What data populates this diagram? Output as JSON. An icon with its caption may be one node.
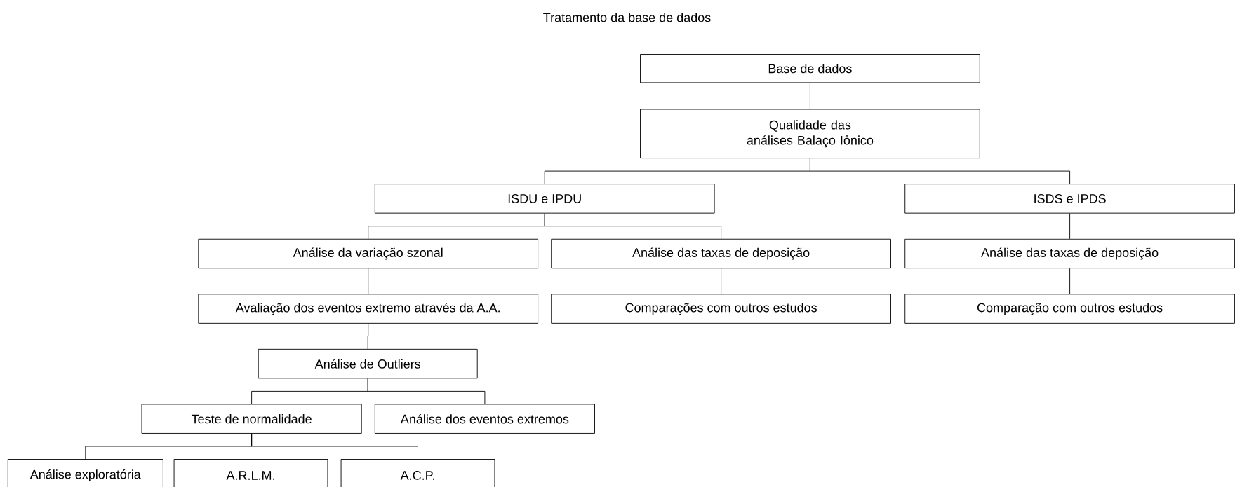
{
  "diagram": {
    "title": "Tratamento da base de dados",
    "nodes": [
      {
        "text": [
          "Base de dados"
        ]
      },
      {
        "text": [
          "Qualidade das análises Balaço Iônico"
        ]
      },
      {
        "text": [
          "ISDU e IPDU"
        ]
      },
      {
        "text": [
          "ISDS e IPDS"
        ]
      },
      {
        "text": [
          "Análise da variação szonal"
        ]
      },
      {
        "text": [
          "Análise das taxas de deposição"
        ]
      },
      {
        "text": [
          "Análise das taxas de deposição"
        ]
      },
      {
        "text": [
          "Avaliação dos eventos extremo através da A.A."
        ]
      },
      {
        "text": [
          "Comparações com outros estudos"
        ]
      },
      {
        "text": [
          "Comparação com outros estudos"
        ]
      },
      {
        "text": [
          "Análise de Outliers"
        ]
      },
      {
        "text": [
          "Teste de normalidade"
        ]
      },
      {
        "text": [
          "Análise dos eventos extremos"
        ]
      },
      {
        "text": [
          "Análise  exploratória"
        ]
      },
      {
        "text": [
          "A.R.L.M."
        ]
      },
      {
        "text": [
          "A.C.P."
        ]
      }
    ],
    "edges": [
      {
        "from": 0,
        "to": 1,
        "arrow": "none"
      },
      {
        "from": 1,
        "to": 2,
        "arrow": "none"
      },
      {
        "from": 1,
        "to": 3,
        "arrow": "none"
      },
      {
        "from": 2,
        "to": 4,
        "arrow": "none"
      },
      {
        "from": 2,
        "to": 5,
        "arrow": "none"
      },
      {
        "from": 3,
        "to": 6,
        "arrow": "none"
      },
      {
        "from": 4,
        "to": 7,
        "arrow": "none"
      },
      {
        "from": 5,
        "to": 8,
        "arrow": "none"
      },
      {
        "from": 6,
        "to": 9,
        "arrow": "none"
      },
      {
        "from": 7,
        "to": 10,
        "arrow": "none"
      },
      {
        "from": 10,
        "to": 11,
        "arrow": "none"
      },
      {
        "from": 10,
        "to": 12,
        "arrow": "none"
      },
      {
        "from": 11,
        "to": 13,
        "arrow": "none"
      },
      {
        "from": 11,
        "to": 14,
        "arrow": "none"
      },
      {
        "from": 11,
        "to": 15,
        "arrow": "none"
      }
    ]
  }
}
